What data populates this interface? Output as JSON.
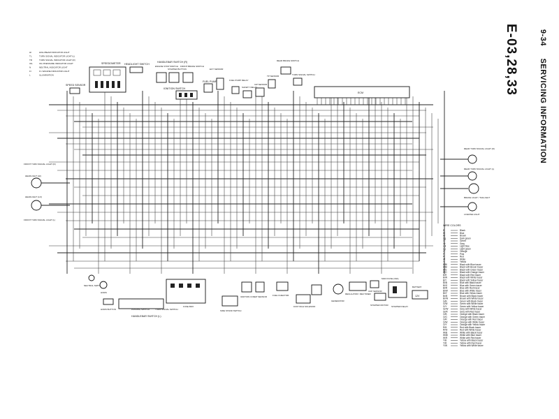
{
  "header": {
    "page_number": "9-34",
    "section_title": "SERVICING INFORMATION",
    "model_code": "E-03,28,33"
  },
  "indicator_legend": [
    {
      "code": "HI",
      "text": "HIGH BEAM INDICATOR LIGHT"
    },
    {
      "code": "TL",
      "text": "TURN SIGNAL INDICATOR LIGHT (L)"
    },
    {
      "code": "TR",
      "text": "TURN SIGNAL INDICATOR LIGHT (R)"
    },
    {
      "code": "OIL",
      "text": "OIL PRESSURE INDICATOR LIGHT"
    },
    {
      "code": "N",
      "text": "NEUTRAL INDICATOR LIGHT"
    },
    {
      "code": "FI",
      "text": "FI / ENGINE INDICATOR LIGHT"
    },
    {
      "code": "L",
      "text": "ILLUMINATION"
    }
  ],
  "components": {
    "speedometer": "SPEEDOMETER",
    "headlight_switch": "HEADLIGHT SWITCH",
    "speed_sensor": "SPEED SENSOR",
    "handlebar_switch_r": "HANDLEBAR SWITCH (R)",
    "engine_stop_switch": "ENGINE STOP SWITCH",
    "starter_button": "STARTER BUTTON",
    "front_brake_switch": "FRONT BRAKE SWITCH",
    "ignition_switch": "IGNITION SWITCH",
    "ecm": "ECM",
    "fuel_pump": "FUEL PUMP",
    "safety_relay": "SAFETY RELAY",
    "fuel_pump_relay": "FUEL PUMP RELAY",
    "tp_sensor": "TP SENSOR",
    "rear_brake_switch": "REAR BRAKE SWITCH",
    "rear_turn_signal_r": "REAR TURN SIGNAL LIGHT (R)",
    "rear_turn_signal_l": "REAR TURN SIGNAL LIGHT (L)",
    "brake_tail_light": "BRAKE LIGHT / TAILLIGHT",
    "license_light": "LICENSE LIGHT",
    "front_turn_signal_r": "FRONT TURN SIGNAL LIGHT (R)",
    "front_turn_signal_l": "FRONT TURN SIGNAL LIGHT (L)",
    "headlight_hi": "HEADLIGHT (HI)",
    "headlight_lo": "HEADLIGHT (LO)",
    "neutral_switch": "NEUTRAL SWITCH",
    "horn": "HORN",
    "horn_button": "HORN BUTTON",
    "handlebar_switch_l": "HANDLEBAR SWITCH (L)",
    "passing_switch": "PASSING SWITCH",
    "dimmer_switch": "DIMMER SWITCH",
    "turn_signal_switch": "TURN SIGNAL SWITCH",
    "fuse_box": "FUSE BOX",
    "side_stand_switch": "SIDE STAND SWITCH",
    "igniter": "IGNITION COIL",
    "injector": "FUEL INJECTOR",
    "iat_sensor": "IAT SENSOR",
    "ect_sensor": "ECT SENSOR",
    "fast_idle_solenoid": "FAST IDLE SOLENOID",
    "iap_sensor": "IAP SENSOR",
    "generator": "GENERATOR",
    "regulator": "REGULATOR / RECTIFIER",
    "ckp_sensor": "CKP SENSOR",
    "main_fuse": "MAIN FUSE (30A)",
    "starter_motor": "STARTER MOTOR",
    "starter_relay": "STARTER RELAY",
    "battery": "BATTERY",
    "battery_voltage": "12V"
  },
  "wire_colors": {
    "title": "WIRE COLORS",
    "entries": [
      {
        "code": "B",
        "name": "Black"
      },
      {
        "code": "Bl",
        "name": "Blue"
      },
      {
        "code": "Br",
        "name": "Brown"
      },
      {
        "code": "Dg",
        "name": "Dark green"
      },
      {
        "code": "G",
        "name": "Green"
      },
      {
        "code": "Gr",
        "name": "Gray"
      },
      {
        "code": "Lbl",
        "name": "Light blue"
      },
      {
        "code": "Lg",
        "name": "Light green"
      },
      {
        "code": "O",
        "name": "Orange"
      },
      {
        "code": "P",
        "name": "Pink"
      },
      {
        "code": "R",
        "name": "Red"
      },
      {
        "code": "W",
        "name": "White"
      },
      {
        "code": "Y",
        "name": "Yellow"
      },
      {
        "code": "B/Bl",
        "name": "Black with Blue tracer"
      },
      {
        "code": "B/Br",
        "name": "Black with Brown tracer"
      },
      {
        "code": "B/G",
        "name": "Black with Green tracer"
      },
      {
        "code": "B/O",
        "name": "Black with Orange tracer"
      },
      {
        "code": "B/R",
        "name": "Black with Red tracer"
      },
      {
        "code": "B/W",
        "name": "Black with White tracer"
      },
      {
        "code": "B/Y",
        "name": "Black with Yellow tracer"
      },
      {
        "code": "Bl/B",
        "name": "Blue with Black tracer"
      },
      {
        "code": "Bl/G",
        "name": "Blue with Green tracer"
      },
      {
        "code": "Bl/R",
        "name": "Blue with Red tracer"
      },
      {
        "code": "Bl/W",
        "name": "Blue with White tracer"
      },
      {
        "code": "Bl/Y",
        "name": "Blue with Yellow tracer"
      },
      {
        "code": "Br/B",
        "name": "Brown with Black tracer"
      },
      {
        "code": "Br/W",
        "name": "Brown with White tracer"
      },
      {
        "code": "G/B",
        "name": "Green with Black tracer"
      },
      {
        "code": "G/W",
        "name": "Green with White tracer"
      },
      {
        "code": "G/Y",
        "name": "Green with Yellow tracer"
      },
      {
        "code": "Gr/W",
        "name": "Gray with White tracer"
      },
      {
        "code": "Gr/R",
        "name": "Gray with Red tracer"
      },
      {
        "code": "O/B",
        "name": "Orange with Black tracer"
      },
      {
        "code": "O/G",
        "name": "Orange with Green tracer"
      },
      {
        "code": "O/R",
        "name": "Orange with Red tracer"
      },
      {
        "code": "O/W",
        "name": "Orange with White tracer"
      },
      {
        "code": "O/Y",
        "name": "Orange with Yellow tracer"
      },
      {
        "code": "R/B",
        "name": "Red with Black tracer"
      },
      {
        "code": "R/W",
        "name": "Red with White tracer"
      },
      {
        "code": "W/B",
        "name": "White with Black tracer"
      },
      {
        "code": "W/Bl",
        "name": "White with Blue tracer"
      },
      {
        "code": "W/R",
        "name": "White with Red tracer"
      },
      {
        "code": "Y/B",
        "name": "Yellow with Black tracer"
      },
      {
        "code": "Y/R",
        "name": "Yellow with Red tracer"
      },
      {
        "code": "Y/W",
        "name": "Yellow with White tracer"
      }
    ]
  }
}
